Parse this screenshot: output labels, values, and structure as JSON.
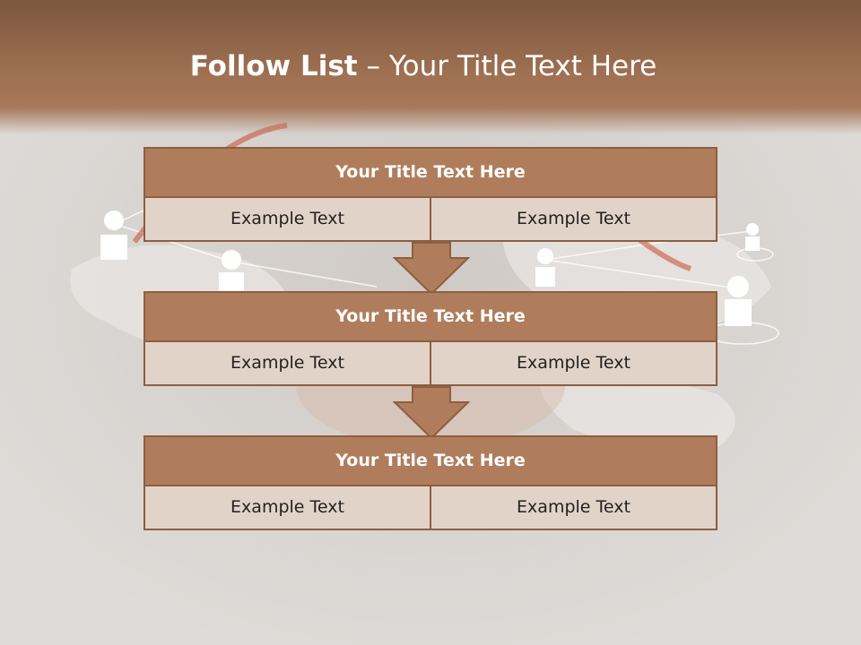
{
  "slide": {
    "title_bold": "Follow List",
    "title_rest": " – Your Title Text Here"
  },
  "blocks": [
    {
      "title": "Your Title Text Here",
      "left": "Example Text",
      "right": "Example Text"
    },
    {
      "title": "Your Title Text Here",
      "left": "Example Text",
      "right": "Example Text"
    },
    {
      "title": "Your Title Text Here",
      "left": "Example Text",
      "right": "Example Text"
    }
  ],
  "colors": {
    "header": "#9f7052",
    "bar": "#b07d5c",
    "cell": "#e2d3c9",
    "border": "#8e5e40"
  }
}
